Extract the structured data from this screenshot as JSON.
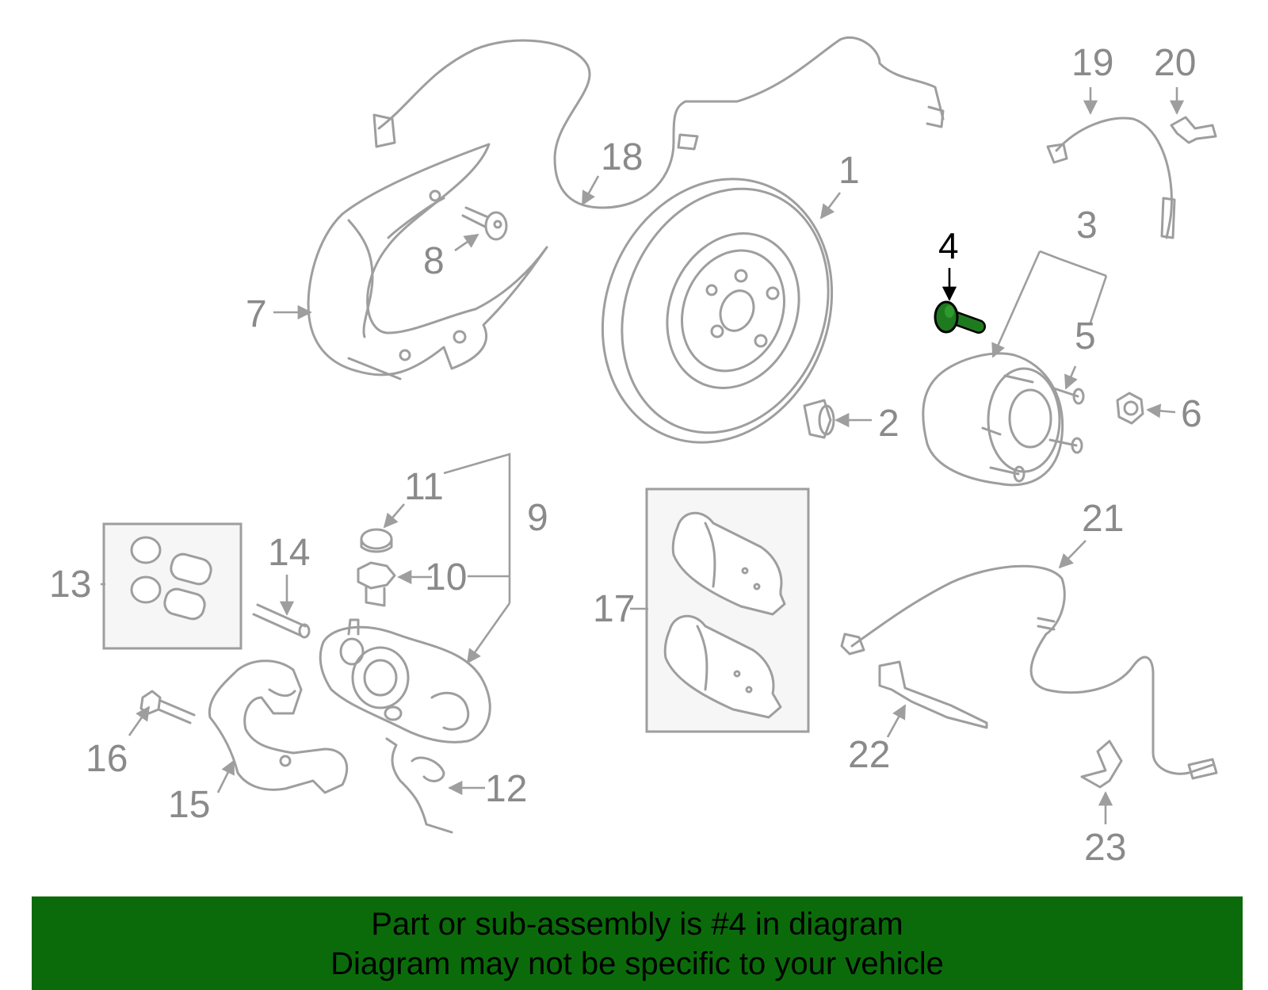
{
  "diagram": {
    "highlight_part": "4",
    "highlight_color": "#1f7a1f",
    "line_color": "#9e9e9e",
    "labels": {
      "p1": "1",
      "p2": "2",
      "p3": "3",
      "p4": "4",
      "p5": "5",
      "p6": "6",
      "p7": "7",
      "p8": "8",
      "p9": "9",
      "p10": "10",
      "p11": "11",
      "p12": "12",
      "p13": "13",
      "p14": "14",
      "p15": "15",
      "p16": "16",
      "p17": "17",
      "p18": "18",
      "p19": "19",
      "p20": "20",
      "p21": "21",
      "p22": "22",
      "p23": "23"
    }
  },
  "banner": {
    "line1": "Part or sub-assembly is #4 in diagram",
    "line2": "Diagram may not be specific to your vehicle",
    "background": "#0b6b0b"
  }
}
